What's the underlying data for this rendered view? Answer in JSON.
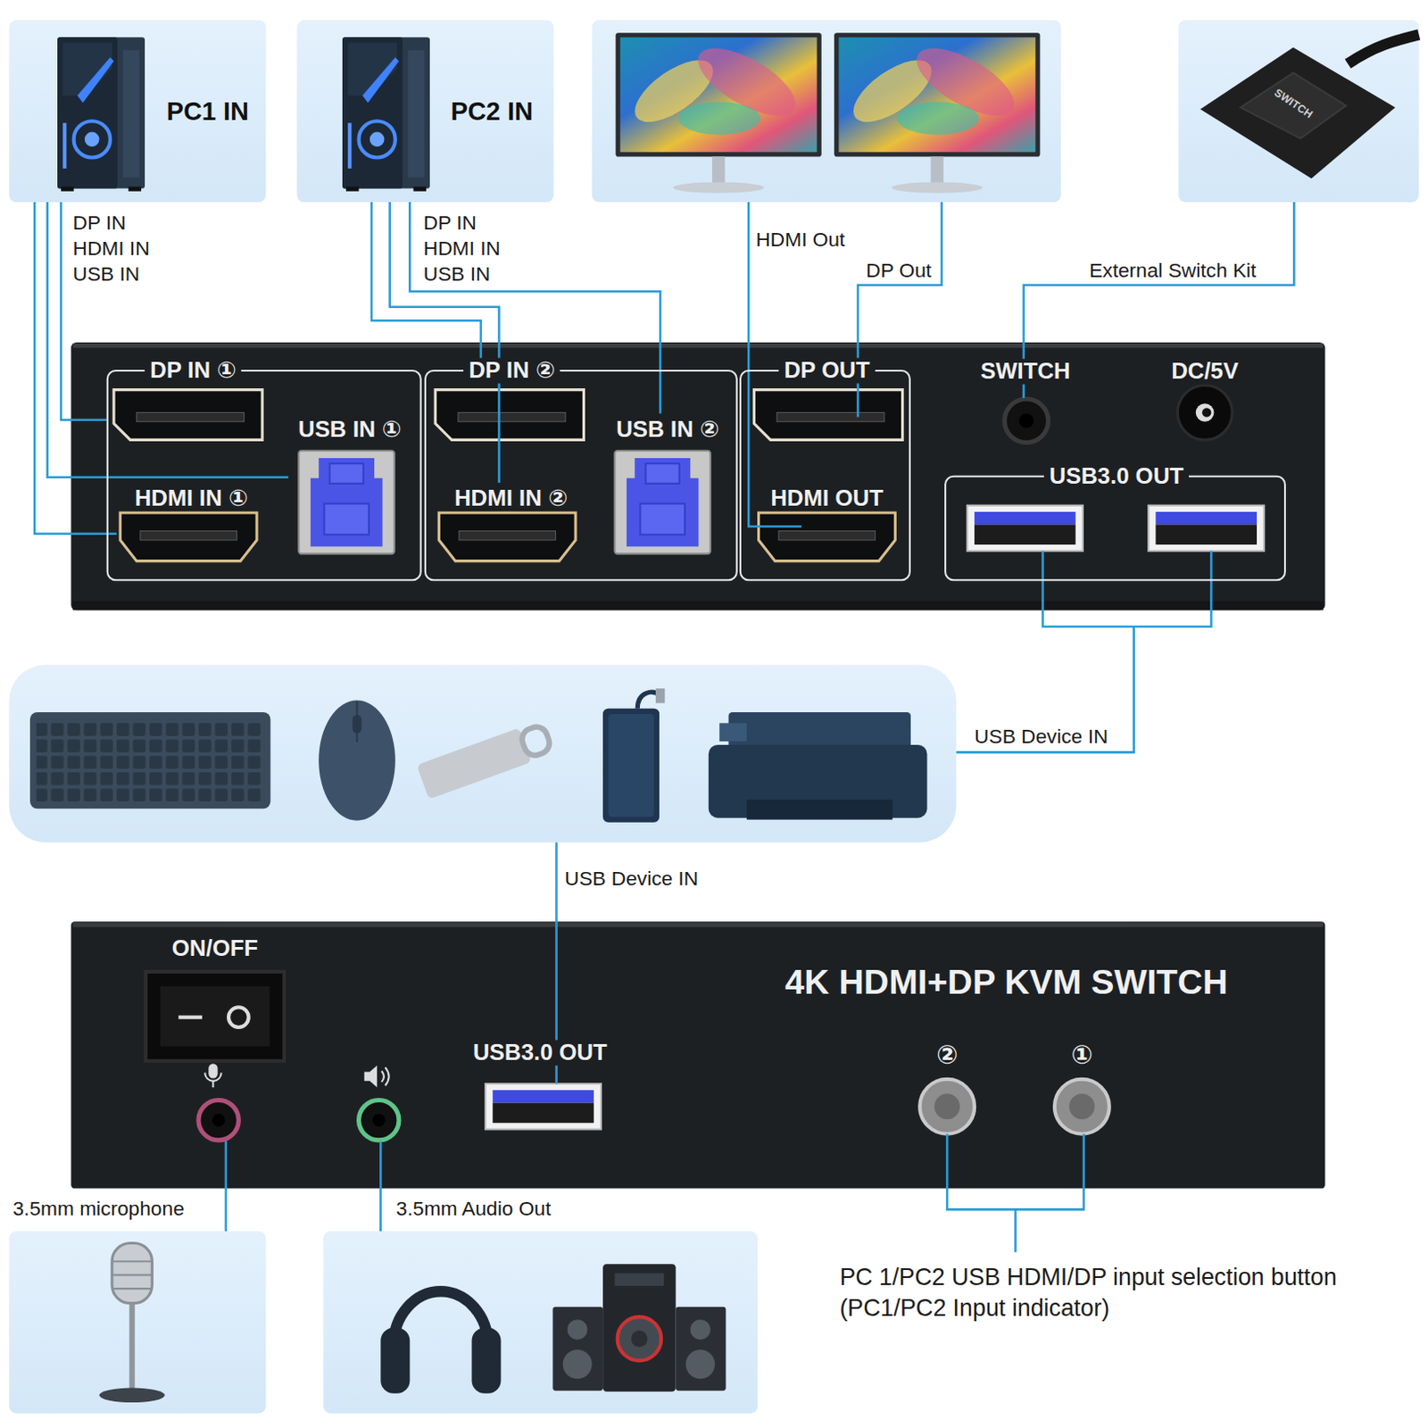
{
  "diagram": {
    "nodes": [
      {
        "text": [
          "PC1 IN"
        ]
      },
      {
        "text": [
          "PC2 IN"
        ]
      },
      {
        "text": [
          "DP IN ①"
        ]
      },
      {
        "text": [
          "USB IN ①"
        ],
        "in": 2
      },
      {
        "text": [
          "HDMI IN ①"
        ],
        "in": 2
      },
      {
        "text": [
          "DP IN ②"
        ]
      },
      {
        "text": [
          "USB IN ②"
        ],
        "in": 5
      },
      {
        "text": [
          "HDMI IN ②"
        ],
        "in": 5
      },
      {
        "text": [
          "DP OUT"
        ]
      },
      {
        "text": [
          "HDMI OUT"
        ],
        "in": 8
      },
      {
        "text": [
          "SWITCH"
        ]
      },
      {
        "text": [
          "DC/5V"
        ]
      },
      {
        "text": [
          "USB3.0 OUT"
        ]
      },
      {
        "text": [
          "4K HDMI+DP KVM SWITCH"
        ]
      },
      {
        "text": [
          "ON/OFF"
        ],
        "in": 13
      },
      {
        "text": [
          "USB3.0 OUT"
        ],
        "in": 13
      },
      {
        "text": [
          "②"
        ],
        "in": 13
      },
      {
        "text": [
          "①"
        ],
        "in": 13
      }
    ],
    "edges": [
      {
        "from": 0,
        "to": 2,
        "arrow": "none"
      },
      {
        "from": 0,
        "to": 4,
        "arrow": "none"
      },
      {
        "from": 0,
        "to": 3,
        "arrow": "none"
      },
      {
        "from": 1,
        "to": 5,
        "arrow": "none"
      },
      {
        "from": 1,
        "to": 7,
        "arrow": "none"
      },
      {
        "from": 1,
        "to": 6,
        "arrow": "none"
      }
    ],
    "labels": [
      "DP IN",
      "HDMI IN",
      "USB IN",
      "DP IN",
      "HDMI IN",
      "USB IN",
      "HDMI Out",
      "DP Out",
      "SWITCH",
      "External Switch Kit",
      "USB Device IN",
      "USB Device IN",
      "3.5mm microphone",
      "3.5mm Audio Out",
      "PC 1/PC2 USB HDMI/DP input selection button (PC1/PC2 Input indicator)"
    ]
  }
}
